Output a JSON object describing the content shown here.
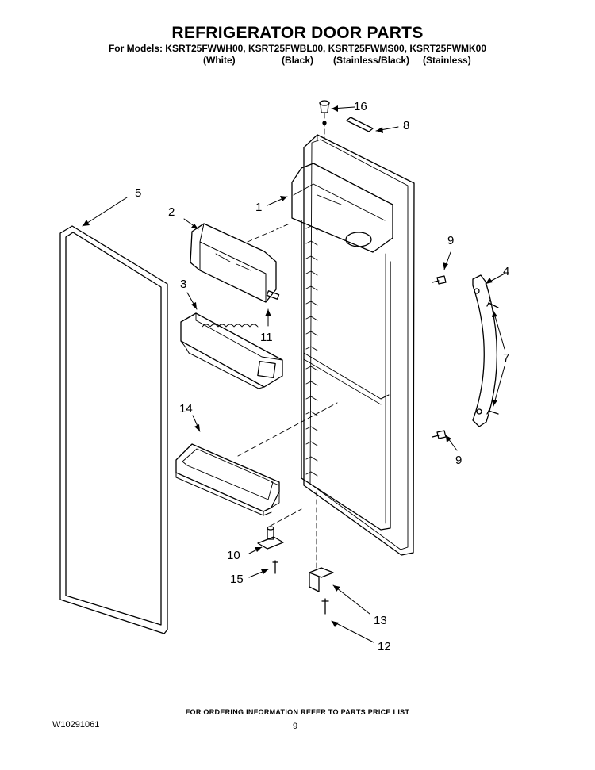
{
  "header": {
    "title": "REFRIGERATOR DOOR PARTS",
    "models_line": "For Models: KSRT25FWWH00, KSRT25FWBL00, KSRT25FWMS00, KSRT25FWMK00",
    "colors": [
      "(White)",
      "(Black)",
      "(Stainless/Black)",
      "(Stainless)"
    ]
  },
  "callouts": {
    "p1": "1",
    "p2": "2",
    "p3": "3",
    "p4": "4",
    "p5": "5",
    "p7": "7",
    "p8": "8",
    "p9a": "9",
    "p9b": "9",
    "p10": "10",
    "p11": "11",
    "p12": "12",
    "p13": "13",
    "p14": "14",
    "p15": "15",
    "p16": "16"
  },
  "footer": {
    "ordering": "FOR ORDERING INFORMATION REFER TO PARTS PRICE LIST",
    "doc_number": "W10291061",
    "page_number": "9"
  }
}
